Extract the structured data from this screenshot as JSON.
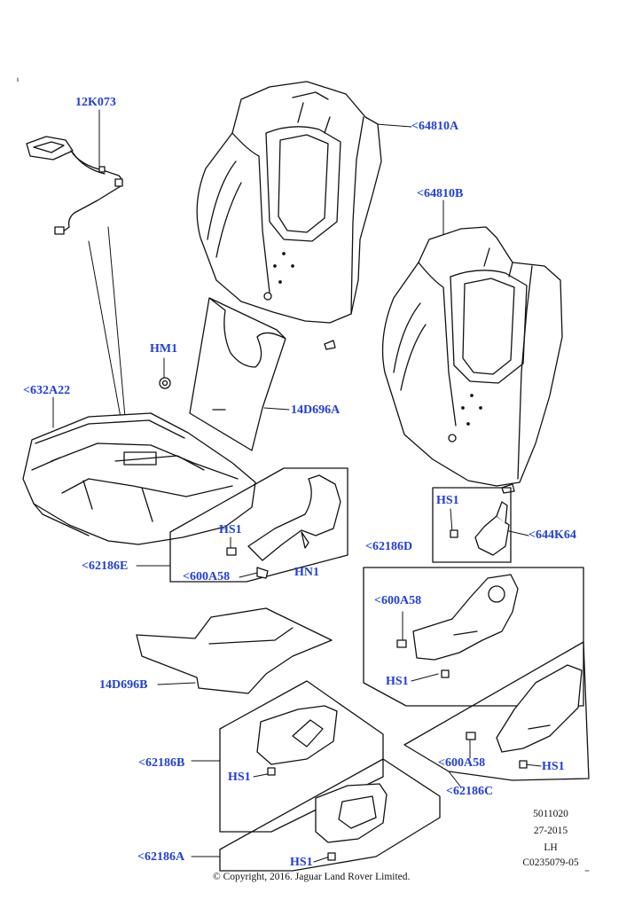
{
  "callouts": {
    "c12k073": "12K073",
    "c64810a": "<64810A",
    "c64810b": "<64810B",
    "chm1": "HM1",
    "c632a22": "<632A22",
    "c14d696a": "14D696A",
    "chs1_e": "HS1",
    "c62186e": "<62186E",
    "c600a58_e": "<600A58",
    "chn1": "HN1",
    "chs1_k": "HS1",
    "c644k64": "<644K64",
    "c62186d": "<62186D",
    "c600a58_d": "<600A58",
    "chs1_d": "HS1",
    "c14d696b": "14D696B",
    "c62186b": "<62186B",
    "chs1_b": "HS1",
    "c600a58_c": "<600A58",
    "chs1_c": "HS1",
    "c62186c": "<62186C",
    "c62186a": "<62186A",
    "chs1_a": "HS1"
  },
  "meta": {
    "line1": "5011020",
    "line2": "27-2015",
    "line3": "LH",
    "line4": "C0235079-05"
  },
  "copyright": "© Copyright, 2016. Jaguar Land Rover Limited."
}
